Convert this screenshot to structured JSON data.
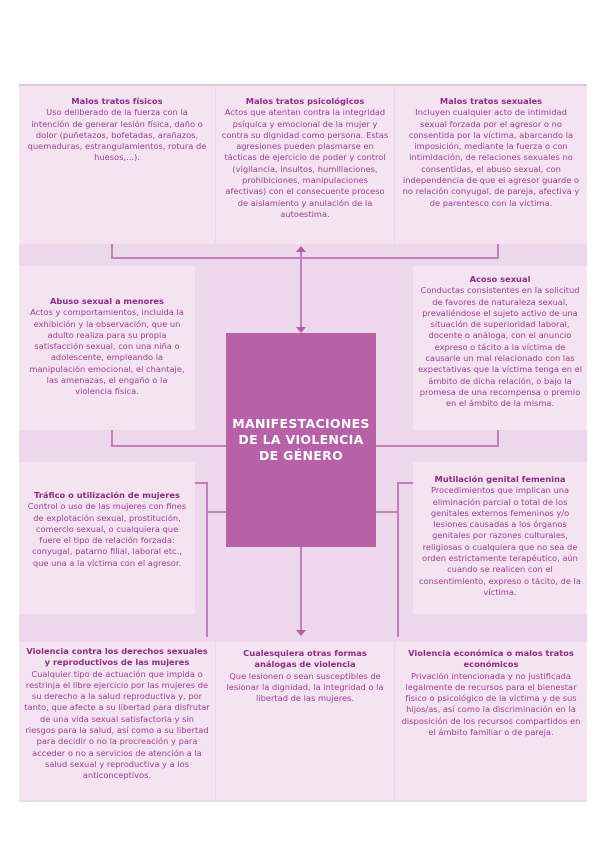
{
  "center": {
    "title": "MANIFESTACIONES DE LA VIOLENCIA DE GÉNERO",
    "lines": [
      "MANIFESTACIONES",
      "DE LA VIOLENCIA",
      "DE GÉNERO"
    ]
  },
  "colors": {
    "center_box": "#b861a8",
    "frame_background": "#ecd7eb",
    "cell_background": "#f4e4f2",
    "text": "#a03c98",
    "title_text": "#8e2b87",
    "connector": "#c57dbd"
  },
  "top_row": [
    {
      "title": "Malos tratos físicos",
      "body": "Uso deliberado de la fuerza con la intención de generar lesión física, daño o dolor (puñetazos, bofetadas, arañazos, quemaduras, estrangulamientos, rotura de huesos,...)."
    },
    {
      "title": "Malos tratos psicológicos",
      "body": "Actos que atentan contra la integridad psíquica y emocional de la mujer y contra su dignidad como persona. Estas agresiones pueden plasmarse en tácticas de ejercicio de poder y control (vigilancia, insultos, humillaciones, prohibiciones, manipulaciones afectivas) con el consecuente proceso de aislamiento y anulación de la autoestima."
    },
    {
      "title": "Malos tratos sexuales",
      "body": "Incluyen cualquier acto de intimidad sexual forzada por el agresor o no consentida por la víctima, abarcando la imposición, mediante la fuerza o con intimidación, de relaciones sexuales no consentidas, el abuso sexual, con independencia de que el agresor guarde o no relación conyugal, de pareja, afectiva y de parentesco con la víctima."
    }
  ],
  "middle_left": [
    {
      "title": "Abuso sexual a menores",
      "body": "Actos y comportamientos, incluida la exhibición y la observación, que un adulto realiza para su propia satisfacción sexual, con una niña o adolescente, empleando la manipulación emocional, el chantaje, las amenazas, el engaño o la violencia física."
    },
    {
      "title": "Tráfico o utilización de mujeres",
      "body": "Control o uso de las mujeres con fines de explotación sexual, prostitución, comercio sexual, o cualquiera que fuere el tipo de relación forzada: conyugal, patarno filial, laboral etc., que una a la víctima con el agresor."
    }
  ],
  "middle_right": [
    {
      "title": "Acoso sexual",
      "body": "Conductas consistentes en la solicitud de favores de naturaleza sexual, prevaliéndose el sujeto activo de una situación de superioridad laboral, docente o análoga, con el anuncio expreso o tácito a la víctima de causarle un mal relacionado con las expectativas que la víctima tenga en el ámbito de dicha relación, o bajo la promesa de una recompensa o premio en el ámbito de la misma."
    },
    {
      "title": "Mutilación genital femenina",
      "body": "Procedimientos que implican una eliminación parcial o total de los genitales externos femeninos y/o lesiones causadas a los órganos genitales por razones culturales, religiosas o cualquiera que no sea de orden estrictamente terapéutico, aún cuando se realicen con el consentimiento, expreso o tácito, de la víctima."
    }
  ],
  "bottom_row": [
    {
      "title": "Violencia contra los derechos sexuales y reproductivos de las mujeres",
      "body": "Cualquier tipo de actuación que impida o restrinja el libre ejercicio por las mujeres de su derecho a la salud reproductiva y, por tanto, que afecte a su libertad para disfrutar de una vida sexual satisfactoria y sin riesgos para la salud, así como a su libertad para decidir o no la procreación y para acceder o no a servicios de atención a la salud sexual y reproductiva y a los anticonceptivos."
    },
    {
      "title": "Cualesquiera otras formas análogas de violencia",
      "body": "Que lesionen o sean susceptibles de lesionar la dignidad, la integridad o la libertad de las mujeres."
    },
    {
      "title": "Violencia económica o malos tratos económicos",
      "body": "Privación intencionada y no justificada legalmente de recursos para el bienestar físico o psicológico de la víctima y de sus hijos/as, así como la discriminación en la disposición de los recursos compartidos en el ámbito familiar o de pareja."
    }
  ]
}
